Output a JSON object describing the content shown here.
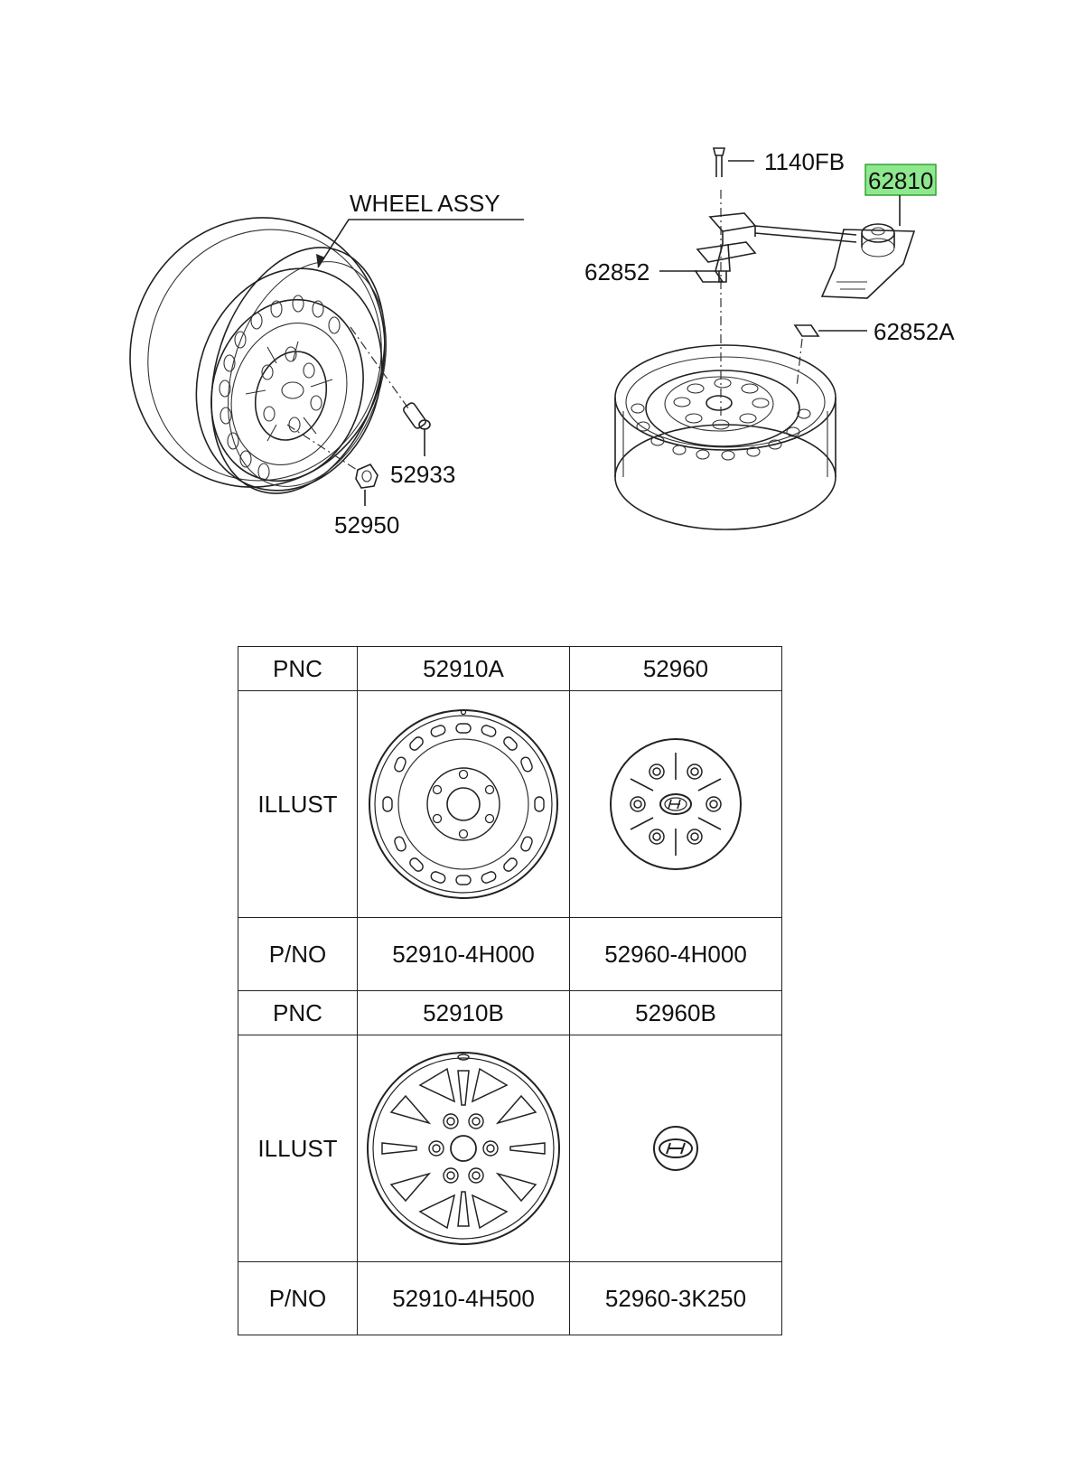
{
  "callouts": {
    "wheel_assy": "WHEEL ASSY",
    "bolt": "1140FB",
    "carrier": "62810",
    "bracket_left": "62852",
    "bracket_right": "62852A",
    "valve": "52933",
    "nut": "52950"
  },
  "colors": {
    "line": "#222222",
    "highlight_fill": "#8ee88e",
    "highlight_stroke": "#2a9d2a"
  },
  "table": {
    "rows": [
      {
        "header": "PNC",
        "cells": [
          "52910A",
          "52960"
        ]
      },
      {
        "header": "ILLUST",
        "cells": [
          "steel-wheel-icon",
          "wheel-cover-icon"
        ]
      },
      {
        "header": "P/NO",
        "cells": [
          "52910-4H000",
          "52960-4H000"
        ]
      },
      {
        "header": "PNC",
        "cells": [
          "52910B",
          "52960B"
        ]
      },
      {
        "header": "ILLUST",
        "cells": [
          "alloy-wheel-icon",
          "center-cap-icon"
        ]
      },
      {
        "header": "P/NO",
        "cells": [
          "52910-4H500",
          "52960-3K250"
        ]
      }
    ]
  }
}
